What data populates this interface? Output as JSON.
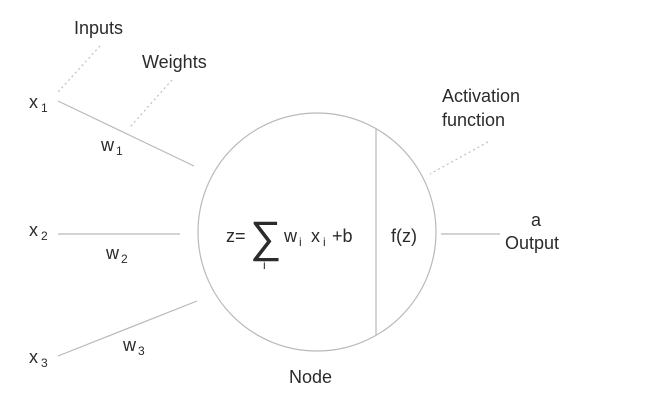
{
  "labels": {
    "inputs": "Inputs",
    "weights": "Weights",
    "activation_line1": "Activation",
    "activation_line2": "function",
    "output_symbol": "a",
    "output": "Output",
    "node": "Node"
  },
  "inputs": [
    {
      "symbol": "x",
      "index": "1",
      "weight": "w",
      "weight_index": "1"
    },
    {
      "symbol": "x",
      "index": "2",
      "weight": "w",
      "weight_index": "2"
    },
    {
      "symbol": "x",
      "index": "3",
      "weight": "w",
      "weight_index": "3"
    }
  ],
  "formula": {
    "lhs": "z=",
    "sum_symbol": "∑",
    "sum_index": "i",
    "w": "w",
    "w_index": "i",
    "x": "x",
    "x_index": "i",
    "bias": "+b"
  },
  "activation": {
    "expression": "f(z)"
  },
  "colors": {
    "line": "#b9b9b9",
    "text": "#2b2b2b"
  }
}
